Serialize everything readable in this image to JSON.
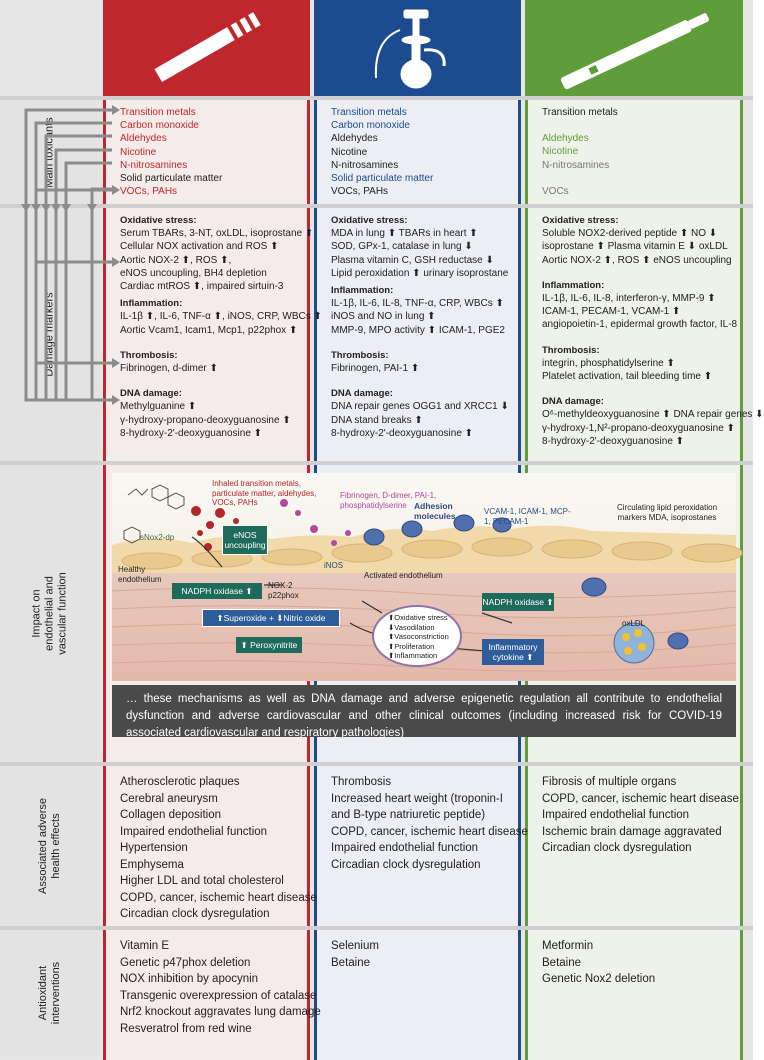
{
  "row_labels": {
    "main_toxicants": "Main toxicants",
    "damage_markers": "Damage markers",
    "impact": "Impact on endothelial and vascular function",
    "adverse": "Associated adverse health effects",
    "antioxidant": "Antioxidant interventions"
  },
  "header_icons": {
    "cigarette": "cigarette-icon",
    "waterpipe": "waterpipe-icon",
    "ecig": "e-cigarette-icon"
  },
  "colors": {
    "cigarette": "#c0272d",
    "waterpipe": "#1c4b8f",
    "ecig": "#5f9d3a",
    "band": "#4a4a4a"
  },
  "toxicants": {
    "cigarette": [
      "Transition metals",
      "Carbon monoxide",
      "Aldehydes",
      "Nicotine",
      "N-nitrosamines",
      "Solid particulate matter",
      "VOCs, PAHs"
    ],
    "waterpipe": [
      "Transition metals",
      "Carbon monoxide",
      "Aldehydes",
      "Nicotine",
      "N-nitrosamines",
      "Solid particulate matter",
      "VOCs, PAHs"
    ],
    "ecig": [
      "Transition metals",
      "Aldehydes",
      "Nicotine",
      "N-nitrosamines",
      "VOCs"
    ]
  },
  "markers": {
    "cigarette": {
      "ox_head": "Oxidative stress:",
      "ox": [
        "Serum TBARs, 3-NT, oxLDL, isoprostane ⬆",
        "Cellular NOX activation and ROS ⬆",
        "Aortic NOX-2 ⬆, ROS ⬆,",
        "eNOS uncoupling, BH4 depletion",
        "Cardiac mtROS ⬆, impaired sirtuin-3"
      ],
      "inf_head": "Inflammation:",
      "inf": [
        "IL-1β ⬆, IL-6, TNF-α ⬆, iNOS, CRP, WBCs ⬆",
        "Aortic Vcam1, Icam1, Mcp1, p22phox ⬆"
      ],
      "thr_head": "Thrombosis:",
      "thr": [
        "Fibrinogen, d-dimer ⬆"
      ],
      "dna_head": "DNA damage:",
      "dna": [
        "Methylguanine ⬆",
        "γ-hydroxy-propano-deoxyguanosine ⬆",
        "8-hydroxy-2'-deoxyguanosine ⬆"
      ]
    },
    "waterpipe": {
      "ox_head": "Oxidative stress:",
      "ox": [
        "MDA in lung ⬆  TBARs in heart ⬆",
        "SOD, GPx-1, catalase in lung ⬇",
        "Plasma vitamin C, GSH reductase ⬇",
        "Lipid peroxidation ⬆  urinary isoprostane"
      ],
      "inf_head": "Inflammation:",
      "inf": [
        "IL-1β, IL-6, IL-8, TNF-α, CRP, WBCs ⬆",
        "iNOS and NO in lung ⬆",
        "MMP-9, MPO activity ⬆  ICAM-1, PGE2"
      ],
      "thr_head": "Thrombosis:",
      "thr": [
        "Fibrinogen, PAI-1 ⬆"
      ],
      "dna_head": "DNA damage:",
      "dna": [
        "DNA repair genes OGG1 and XRCC1 ⬇",
        "DNA stand breaks ⬆",
        "8-hydroxy-2'-deoxyguanosine ⬆"
      ]
    },
    "ecig": {
      "ox_head": "Oxidative stress:",
      "ox": [
        "Soluble NOX2-derived peptide ⬆ NO ⬇",
        "isoprostane ⬆  Plasma vitamin E ⬇  oxLDL",
        "Aortic NOX-2 ⬆, ROS ⬆  eNOS uncoupling"
      ],
      "inf_head": "Inflammation:",
      "inf": [
        "IL-1β, IL-6, IL-8, interferon-γ, MMP-9 ⬆",
        "ICAM-1, PECAM-1, VCAM-1 ⬆",
        "angiopoietin-1, epidermal growth factor, IL-8"
      ],
      "thr_head": "Thrombosis:",
      "thr": [
        "integrin, phosphatidylserine ⬆",
        "Platelet activation, tail bleeding time ⬆"
      ],
      "dna_head": "DNA damage:",
      "dna": [
        "O⁶-methyldeoxyguanosine ⬆ DNA repair genes ⬇",
        "γ-hydroxy-1,N²-propano-deoxyguanosine ⬆",
        "8-hydroxy-2'-deoxyguanosine ⬆"
      ]
    }
  },
  "diagram": {
    "inhaled": "Inhaled transition metals, particulate matter, aldehydes, VOCs, PAHs",
    "fibrinogen": "Fibrinogen, D-dimer, PAI-1, phosphatidylserine",
    "adhesion": "Adhesion molecules",
    "vcam": "VCAM-1, ICAM-1, MCP-1, PECAM-1",
    "circulating": "Circulating lipid peroxidation markers MDA, isoprostanes",
    "snox": "sNox2-dp",
    "enos": "eNOS uncoupling",
    "healthy": "Healthy endothelium",
    "nadph1": "NADPH oxidase ⬆",
    "nox2": "NOX-2",
    "p22": "p22phox",
    "inos": "iNOS",
    "activated": "Activated endothelium",
    "superoxide": "⬆Superoxide  +  ⬇Nitric oxide",
    "peroxynitrite": "⬆ Peroxynitrite",
    "effects": [
      "⬆Oxidative stress",
      "⬇Vasodilation",
      "⬆Vasoconstriction",
      "⬆Proliferation",
      "⬆Inflammation"
    ],
    "nadph2": "NADPH oxidase ⬆",
    "cytokine": "Inflammatory cytokine ⬆",
    "oxldl": "oxLDL"
  },
  "band_text": "… these mechanisms as well as DNA damage and adverse epigenetic regulation all contribute to endothelial dysfunction and adverse cardiovascular and other clinical outcomes (including increased risk for COVID-19 associated cardiovascular and respiratory pathologies)",
  "adverse": {
    "cigarette": [
      "Atherosclerotic plaques",
      "Cerebral aneurysm",
      "Collagen deposition",
      "Impaired endothelial function",
      "Hypertension",
      "Emphysema",
      "Higher LDL and total cholesterol",
      "COPD, cancer, ischemic heart disease",
      "Circadian clock dysregulation"
    ],
    "waterpipe": [
      "Thrombosis",
      "Increased heart weight (troponin-I",
      "and B-type natriuretic peptide)",
      "COPD, cancer, ischemic heart disease",
      "Impaired endothelial function",
      "Circadian clock dysregulation"
    ],
    "ecig": [
      "Fibrosis of multiple organs",
      "COPD, cancer, ischemic heart disease",
      "Impaired endothelial function",
      "Ischemic brain damage aggravated",
      "Circadian clock dysregulation"
    ]
  },
  "antioxidant": {
    "cigarette": [
      "Vitamin E",
      "Genetic p47phox deletion",
      "NOX inhibition by apocynin",
      "Transgenic overexpression of catalase",
      "Nrf2 knockout aggravates lung damage",
      "Resveratrol from red wine"
    ],
    "waterpipe": [
      "Selenium",
      "Betaine"
    ],
    "ecig": [
      "Metformin",
      "Betaine",
      "Genetic Nox2 deletion"
    ]
  }
}
